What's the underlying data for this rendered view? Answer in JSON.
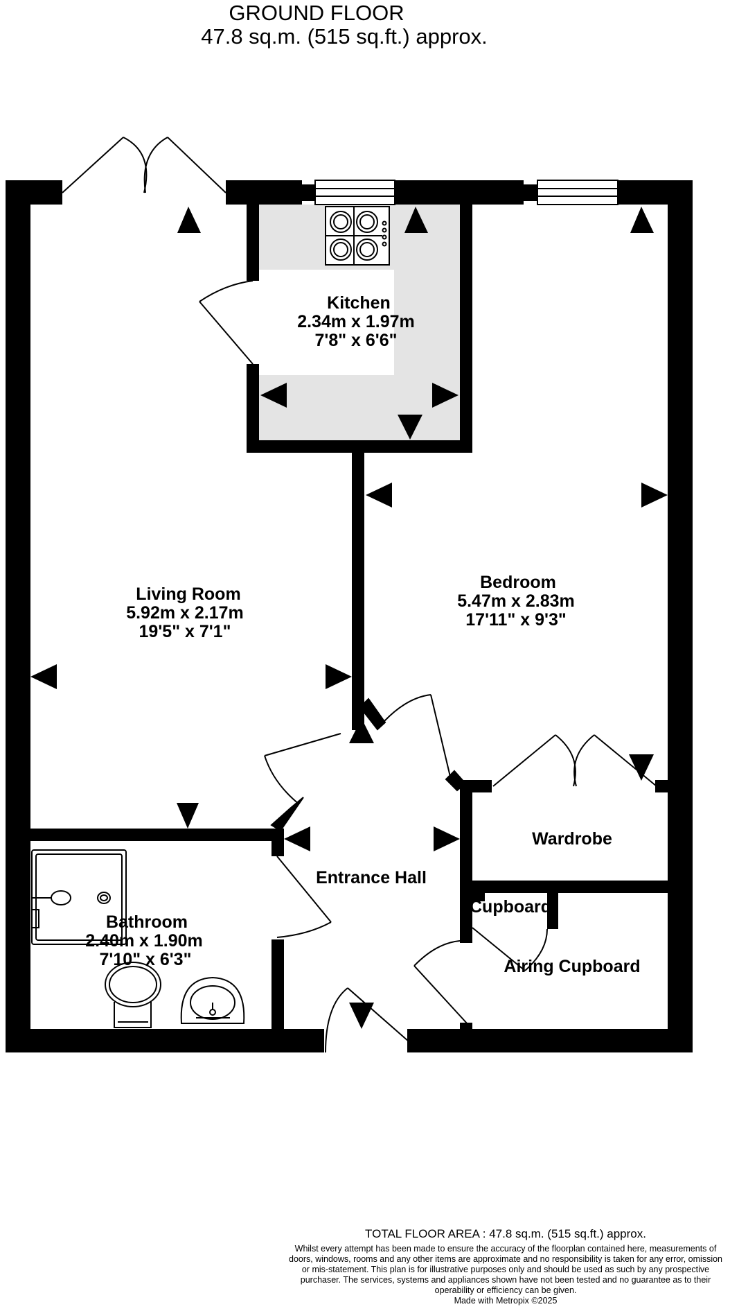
{
  "header": {
    "floor": "GROUND FLOOR",
    "area": "47.8 sq.m. (515 sq.ft.) approx."
  },
  "rooms": {
    "kitchen": {
      "name": "Kitchen",
      "metric": "2.34m  x 1.97m",
      "imperial": "7'8\"  x 6'6\""
    },
    "living": {
      "name": "Living Room",
      "metric": "5.92m  x 2.17m",
      "imperial": "19'5\"  x 7'1\""
    },
    "bedroom": {
      "name": "Bedroom",
      "metric": "5.47m  x 2.83m",
      "imperial": "17'11\"  x 9'3\""
    },
    "bathroom": {
      "name": "Bathroom",
      "metric": "2.40m  x 1.90m",
      "imperial": "7'10\"  x 6'3\""
    },
    "wardrobe": {
      "name": "Wardrobe"
    },
    "hall": {
      "name": "Entrance Hall"
    },
    "cupboard": {
      "name": "Cupboard"
    },
    "airing": {
      "name": "Airing Cupboard"
    }
  },
  "footer": {
    "total": "TOTAL FLOOR AREA : 47.8 sq.m. (515 sq.ft.) approx.",
    "disclaimer": "Whilst every attempt has been made to ensure the accuracy of the floorplan contained here, measurements of doors, windows, rooms and any other items are approximate and no responsibility is taken for any error, omission or mis-statement. This plan is for illustrative purposes only and should be used as such by any prospective purchaser. The services, systems and appliances shown have not been tested and no guarantee as to their operability or efficiency can be given.",
    "made_with": "Made with Metropix ©2025"
  },
  "colors": {
    "wall": "#000000",
    "kitchen_floor": "#e4e4e4",
    "background": "#ffffff"
  }
}
